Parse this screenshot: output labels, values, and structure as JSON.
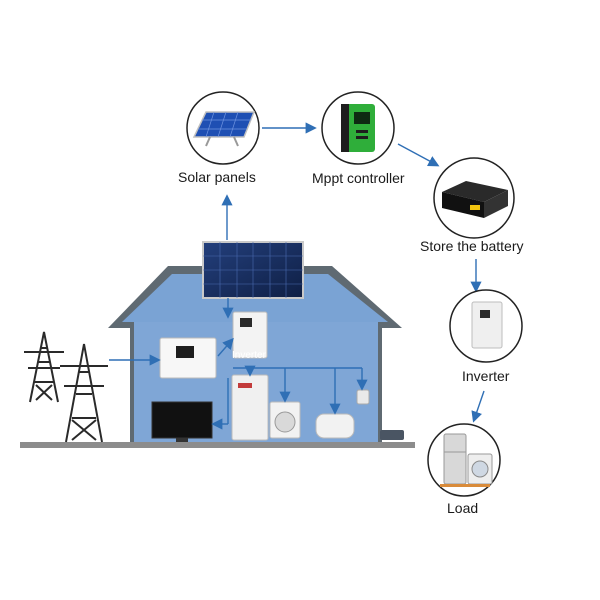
{
  "labels": {
    "solar_panels": "Solar panels",
    "mppt_controller": "Mppt controller",
    "store_battery": "Store the battery",
    "inverter": "Inverter",
    "load": "Load",
    "house_inverter": "Inverter"
  },
  "colors": {
    "arrow": "#2f6fb5",
    "house_wall": "#7fa6d6",
    "house_roof": "#5f6a72",
    "panel": "#1e3f8f",
    "mppt_green": "#2fae3a",
    "ground": "#8c8c8c"
  },
  "icons": [
    "solar-panel-icon",
    "mppt-controller-icon",
    "battery-icon",
    "inverter-icon",
    "appliances-icon",
    "transmission-tower-icon"
  ]
}
